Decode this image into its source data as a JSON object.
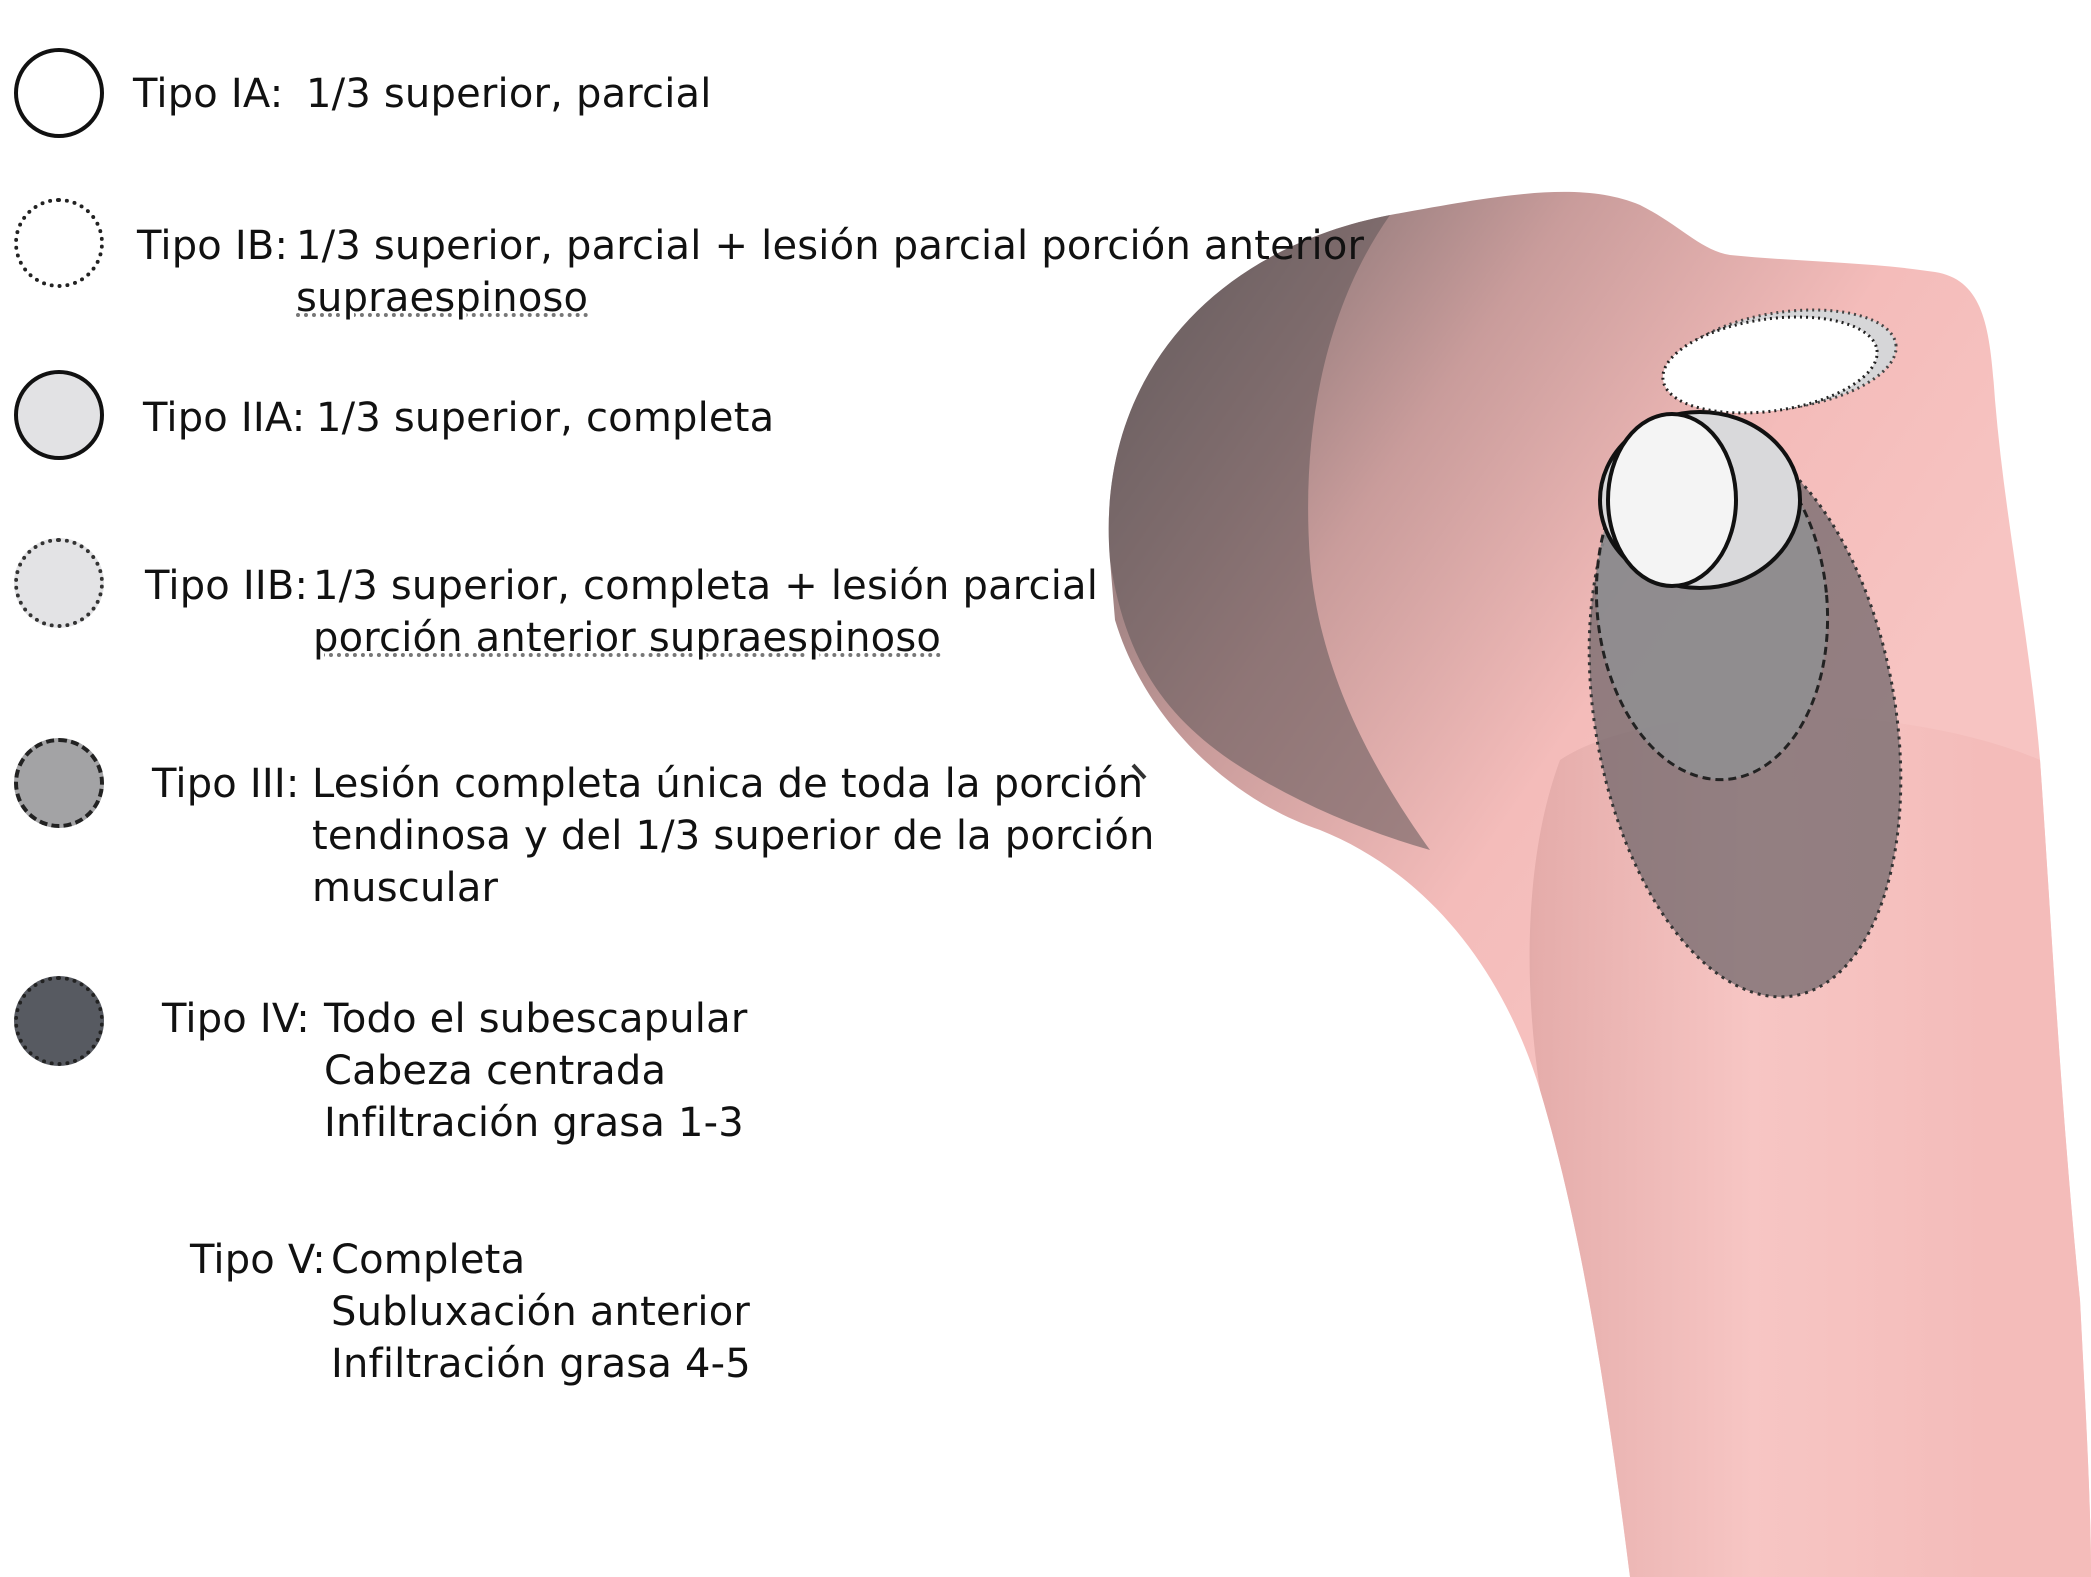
{
  "legend": [
    {
      "label": "Tipo IA:",
      "lines": [
        "1/3 superior, parcial"
      ]
    },
    {
      "label": "Tipo IB:",
      "lines": [
        "1/3 superior, parcial + lesión parcial porción anterior",
        "supraespinoso"
      ]
    },
    {
      "label": "Tipo IIA:",
      "lines": [
        "1/3 superior, completa"
      ]
    },
    {
      "label": "Tipo IIB:",
      "lines": [
        "1/3 superior, completa + lesión parcial",
        "porción anterior supraespinoso"
      ]
    },
    {
      "label": "Tipo III:",
      "lines": [
        "Lesión completa única de toda la porción",
        "tendinosa y del 1/3 superior de la porción",
        "muscular"
      ]
    },
    {
      "label": "Tipo IV:",
      "lines": [
        "Todo el subescapular",
        "Cabeza centrada",
        "Infiltración grasa 1-3"
      ]
    },
    {
      "label": "Tipo V:",
      "lines": [
        "Completa",
        "Subluxación anterior",
        "Infiltración grasa 4-5"
      ]
    }
  ],
  "colors": {
    "bone_pink": "#f4b8b6",
    "bone_shadow": "#7a6e6e",
    "zone_ia_fill": "#ffffff",
    "zone_iia_fill": "#d9d9db",
    "zone_iii_fill": "#8f8f92",
    "zone_iv_fill": "#6c6468",
    "swatch_iv_fill": "#575a61"
  }
}
